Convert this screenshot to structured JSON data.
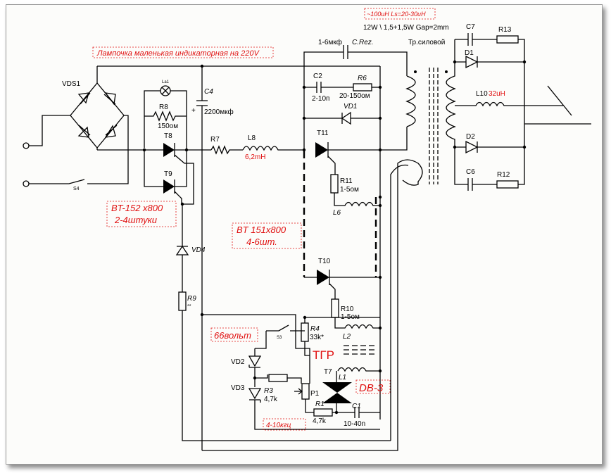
{
  "notes": {
    "top_inductance": "~100uH Ls=20-30uH",
    "power_spec": "12W \\ 1,5+1,5W Gap=2mm",
    "lamp_note": "Лампочка маленькая индикаторная на 220V",
    "bt152_line1": "BT-152 x800",
    "bt152_line2": "2-4штуки",
    "bt151_line1": "BT 151x800",
    "bt151_line2": "4-6шт.",
    "volts": "66вольт",
    "freq": "4-10кгц",
    "tgr": "ТГР",
    "db3": "DB-3"
  },
  "labels": {
    "vds1": "VDS1",
    "s4": "S4",
    "lamp": "La1",
    "r8": "R8",
    "r8_val": "150ом",
    "c4": "C4",
    "c4_plus": "+",
    "c4_val": "2200мкф",
    "t8": "T8",
    "t9": "T9",
    "r7": "R7",
    "l8": "L8",
    "l8_val": "6,2mH",
    "crez_val": "1-6мкф",
    "crez": "C.Rez.",
    "c2": "C2",
    "c2_val": "2-10п",
    "r6": "R6",
    "r6_val": "20-150ом",
    "vd1": "VD1",
    "t11": "T11",
    "r11": "R11",
    "r11_val": "1-5ом",
    "l6": "L6",
    "t10": "T10",
    "r10": "R10",
    "r10_val": "1-5ом",
    "l2": "L2",
    "vd4": "VD4",
    "r9": "R9",
    "r9_mark": "**",
    "r4": "R4",
    "r4_val": "33k*",
    "s3": "S3",
    "vd2": "VD2",
    "vd3": "VD3",
    "r3": "R3",
    "r3_val": "4,7k",
    "p1": "P1",
    "r1": "R1",
    "r1_val": "4,7k",
    "t7": "T7",
    "l1": "L1",
    "c1": "C1",
    "c1_val": "10-40n",
    "tr": "Тр.силовой",
    "c7": "C7",
    "r13": "R13",
    "d1": "D1",
    "l10": "L10",
    "l10_val": "32uH",
    "d2": "D2",
    "c6": "C6",
    "r12": "R12"
  },
  "colors": {
    "wire": "#000000",
    "accent": "#e01010",
    "frame_bg": "#fcfcfa"
  }
}
